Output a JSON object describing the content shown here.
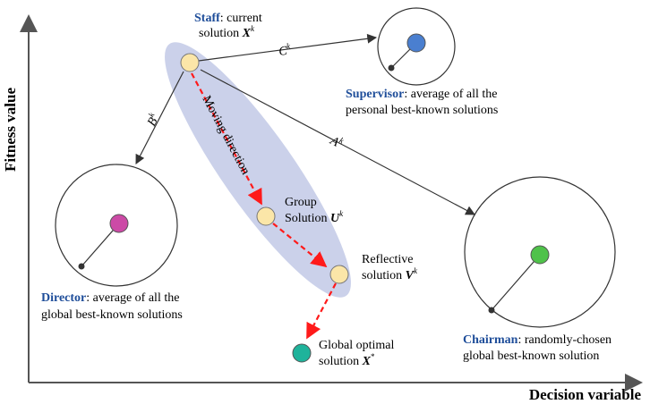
{
  "axes": {
    "x_label": "Decision variable",
    "y_label": "Fitness value"
  },
  "staff": {
    "role": "Staff",
    "desc": ": current",
    "line2": "solution ",
    "sym": "X",
    "sup": "k"
  },
  "supervisor": {
    "role": "Supervisor",
    "desc": ": average of all the",
    "line2": "personal best-known solutions",
    "color": "#4a7fd0"
  },
  "director": {
    "role": "Director",
    "desc": ": average of all the",
    "line2": "global best-known solutions",
    "color": "#cc4aa6"
  },
  "chairman": {
    "role": "Chairman",
    "desc": ": randomly-chosen",
    "line2": "global best-known solution",
    "color": "#4fc24a"
  },
  "group": {
    "line1": "Group",
    "line2": "Solution ",
    "sym": "U",
    "sup": "k"
  },
  "reflective": {
    "line1": "Reflective",
    "line2": "solution ",
    "sym": "V",
    "sup": "k"
  },
  "optimal": {
    "line1": "Global optimal",
    "line2": "solution ",
    "sym": "X",
    "sup": "*",
    "color": "#1fb39b"
  },
  "vectors": {
    "c": {
      "sym": "C",
      "sup": "k"
    },
    "b": {
      "sym": "B",
      "sup": "k"
    },
    "a": {
      "sym": "A",
      "sup": "k"
    }
  },
  "moving_direction": "Moving direction",
  "colors": {
    "ellipse": "#c5cce8",
    "node": "#fbe6a8",
    "dashed": "#ff1a1a",
    "role_text": "#1f4e9a"
  }
}
